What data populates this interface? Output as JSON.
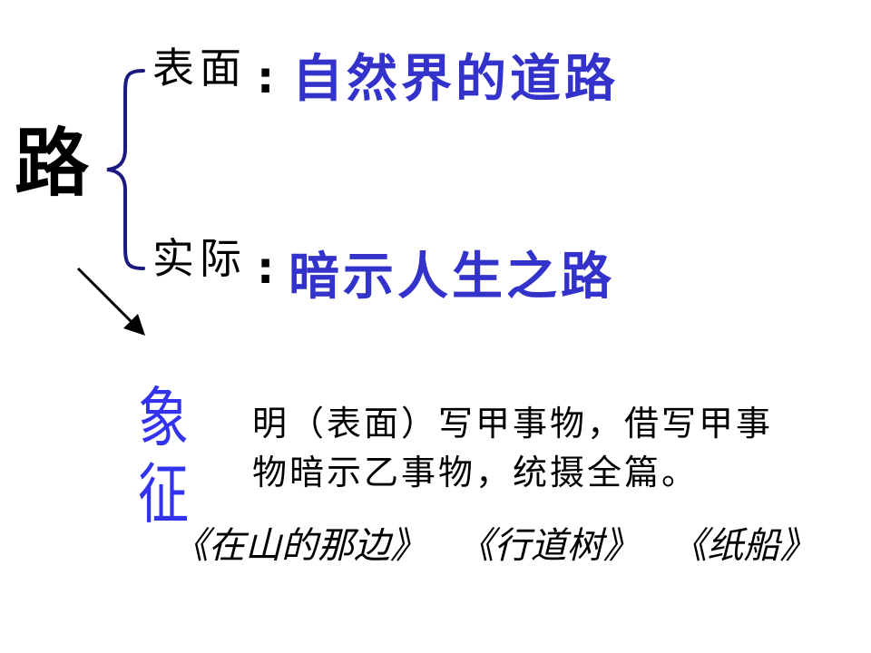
{
  "main_char": "路",
  "surface": {
    "label": "表面",
    "colon": ":",
    "phrase": "自然界的道路"
  },
  "actual": {
    "label": "实际",
    "colon": ":",
    "phrase": "暗示人生之路"
  },
  "symbol": {
    "line1": "象",
    "line2": "征"
  },
  "description": {
    "line1": "明（表面）写甲事物，借写甲事",
    "line2": "物暗示乙事物，统摄全篇。"
  },
  "books": [
    "《在山的那边》",
    "《行道树》",
    "《纸船》"
  ],
  "colors": {
    "brace": "#1a1a80",
    "phrase": "#3333cc",
    "symbol": "#3333ee"
  }
}
